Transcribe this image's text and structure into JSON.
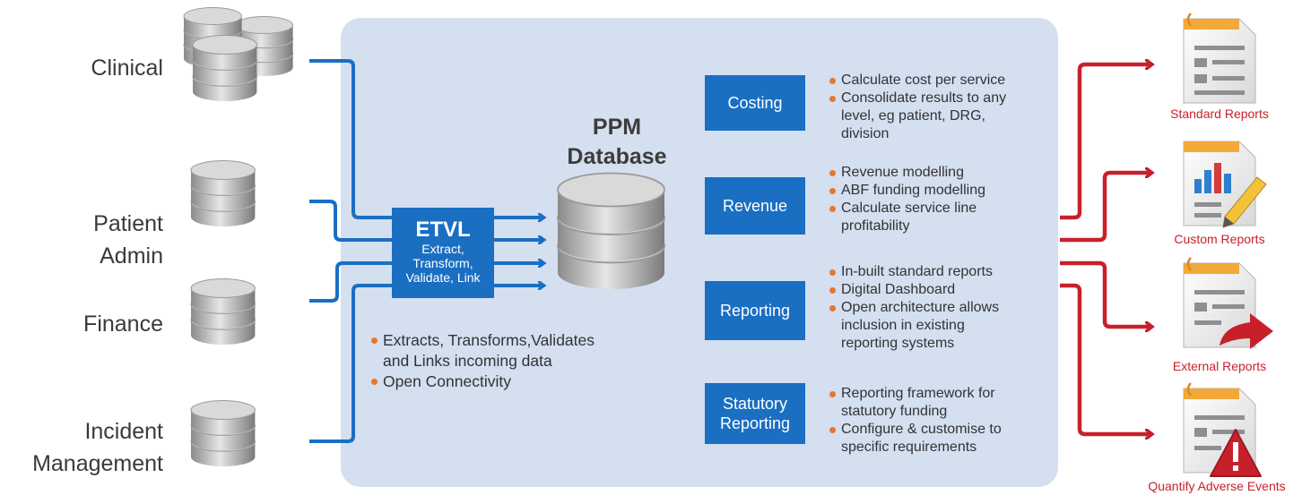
{
  "sources": [
    {
      "label": "Clinical"
    },
    {
      "label": "Patient Admin"
    },
    {
      "label": "Finance"
    },
    {
      "label": "Incident Management"
    }
  ],
  "center": {
    "title_line1": "PPM",
    "title_line2": "Database"
  },
  "etvl": {
    "title": "ETVL",
    "subtitle_line1": "Extract,",
    "subtitle_line2": "Transform,",
    "subtitle_line3": "Validate, Link",
    "bullets": [
      "Extracts, Transforms,Validates",
      "and Links incoming data",
      "Open Connectivity"
    ]
  },
  "modules": [
    {
      "label_line1": "Costing",
      "label_line2": "",
      "bullets": [
        [
          "Calculate cost per service"
        ],
        [
          "Consolidate results to any",
          "level, eg patient, DRG,",
          "division"
        ]
      ]
    },
    {
      "label_line1": "Revenue",
      "label_line2": "",
      "bullets": [
        [
          "Revenue modelling"
        ],
        [
          "ABF funding modelling"
        ],
        [
          "Calculate service line",
          "profitability"
        ]
      ]
    },
    {
      "label_line1": "Reporting",
      "label_line2": "",
      "bullets": [
        [
          "In-built standard reports"
        ],
        [
          "Digital Dashboard"
        ],
        [
          "Open architecture allows",
          "inclusion in existing",
          "reporting systems"
        ]
      ]
    },
    {
      "label_line1": "Statutory",
      "label_line2": "Reporting",
      "bullets": [
        [
          "Reporting framework for",
          "statutory  funding"
        ],
        [
          "Configure & customise to",
          "specific requirements"
        ]
      ]
    }
  ],
  "reports": [
    {
      "label": "Standard Reports",
      "icon": "report-document-icon"
    },
    {
      "label": "Custom Reports",
      "icon": "report-chart-pencil-icon"
    },
    {
      "label": "External Reports",
      "icon": "report-export-arrow-icon"
    },
    {
      "label": "Quantify Adverse Events",
      "icon": "report-warning-icon"
    }
  ],
  "colors": {
    "panel": "#d4dff0",
    "module_blue": "#1a6fc2",
    "flow_blue": "#1a6fc2",
    "output_red": "#c8202b",
    "bullet_orange": "#e8762b",
    "text": "#3a3a3a"
  }
}
